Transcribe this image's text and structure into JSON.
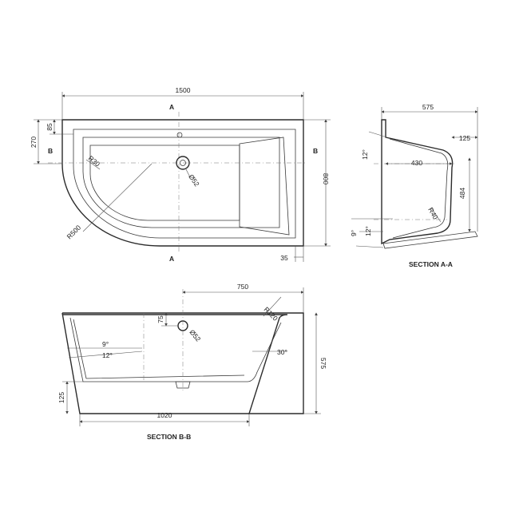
{
  "plan": {
    "width": "1500",
    "depth": "800",
    "dim_270": "270",
    "dim_85": "85",
    "dim_35": "35",
    "radius_r30": "R30",
    "radius_r500": "R500",
    "waste_dia": "Ø52",
    "marker_a": "A",
    "marker_b": "B"
  },
  "section_aa": {
    "title": "SECTION A-A",
    "dim_575": "575",
    "dim_125": "125",
    "dim_430": "430",
    "dim_484": "484",
    "radius_r40": "R40",
    "angle_12_top": "12°",
    "angle_12_bot": "12°",
    "angle_9": "9°"
  },
  "section_bb": {
    "title": "SECTION B-B",
    "dim_750": "750",
    "dim_575": "575",
    "dim_1020": "1020",
    "dim_125": "125",
    "dim_75": "75",
    "radius_r120": "R120",
    "waste_dia": "Ø52",
    "angle_9": "9°",
    "angle_12": "12°",
    "angle_30": "30°"
  }
}
